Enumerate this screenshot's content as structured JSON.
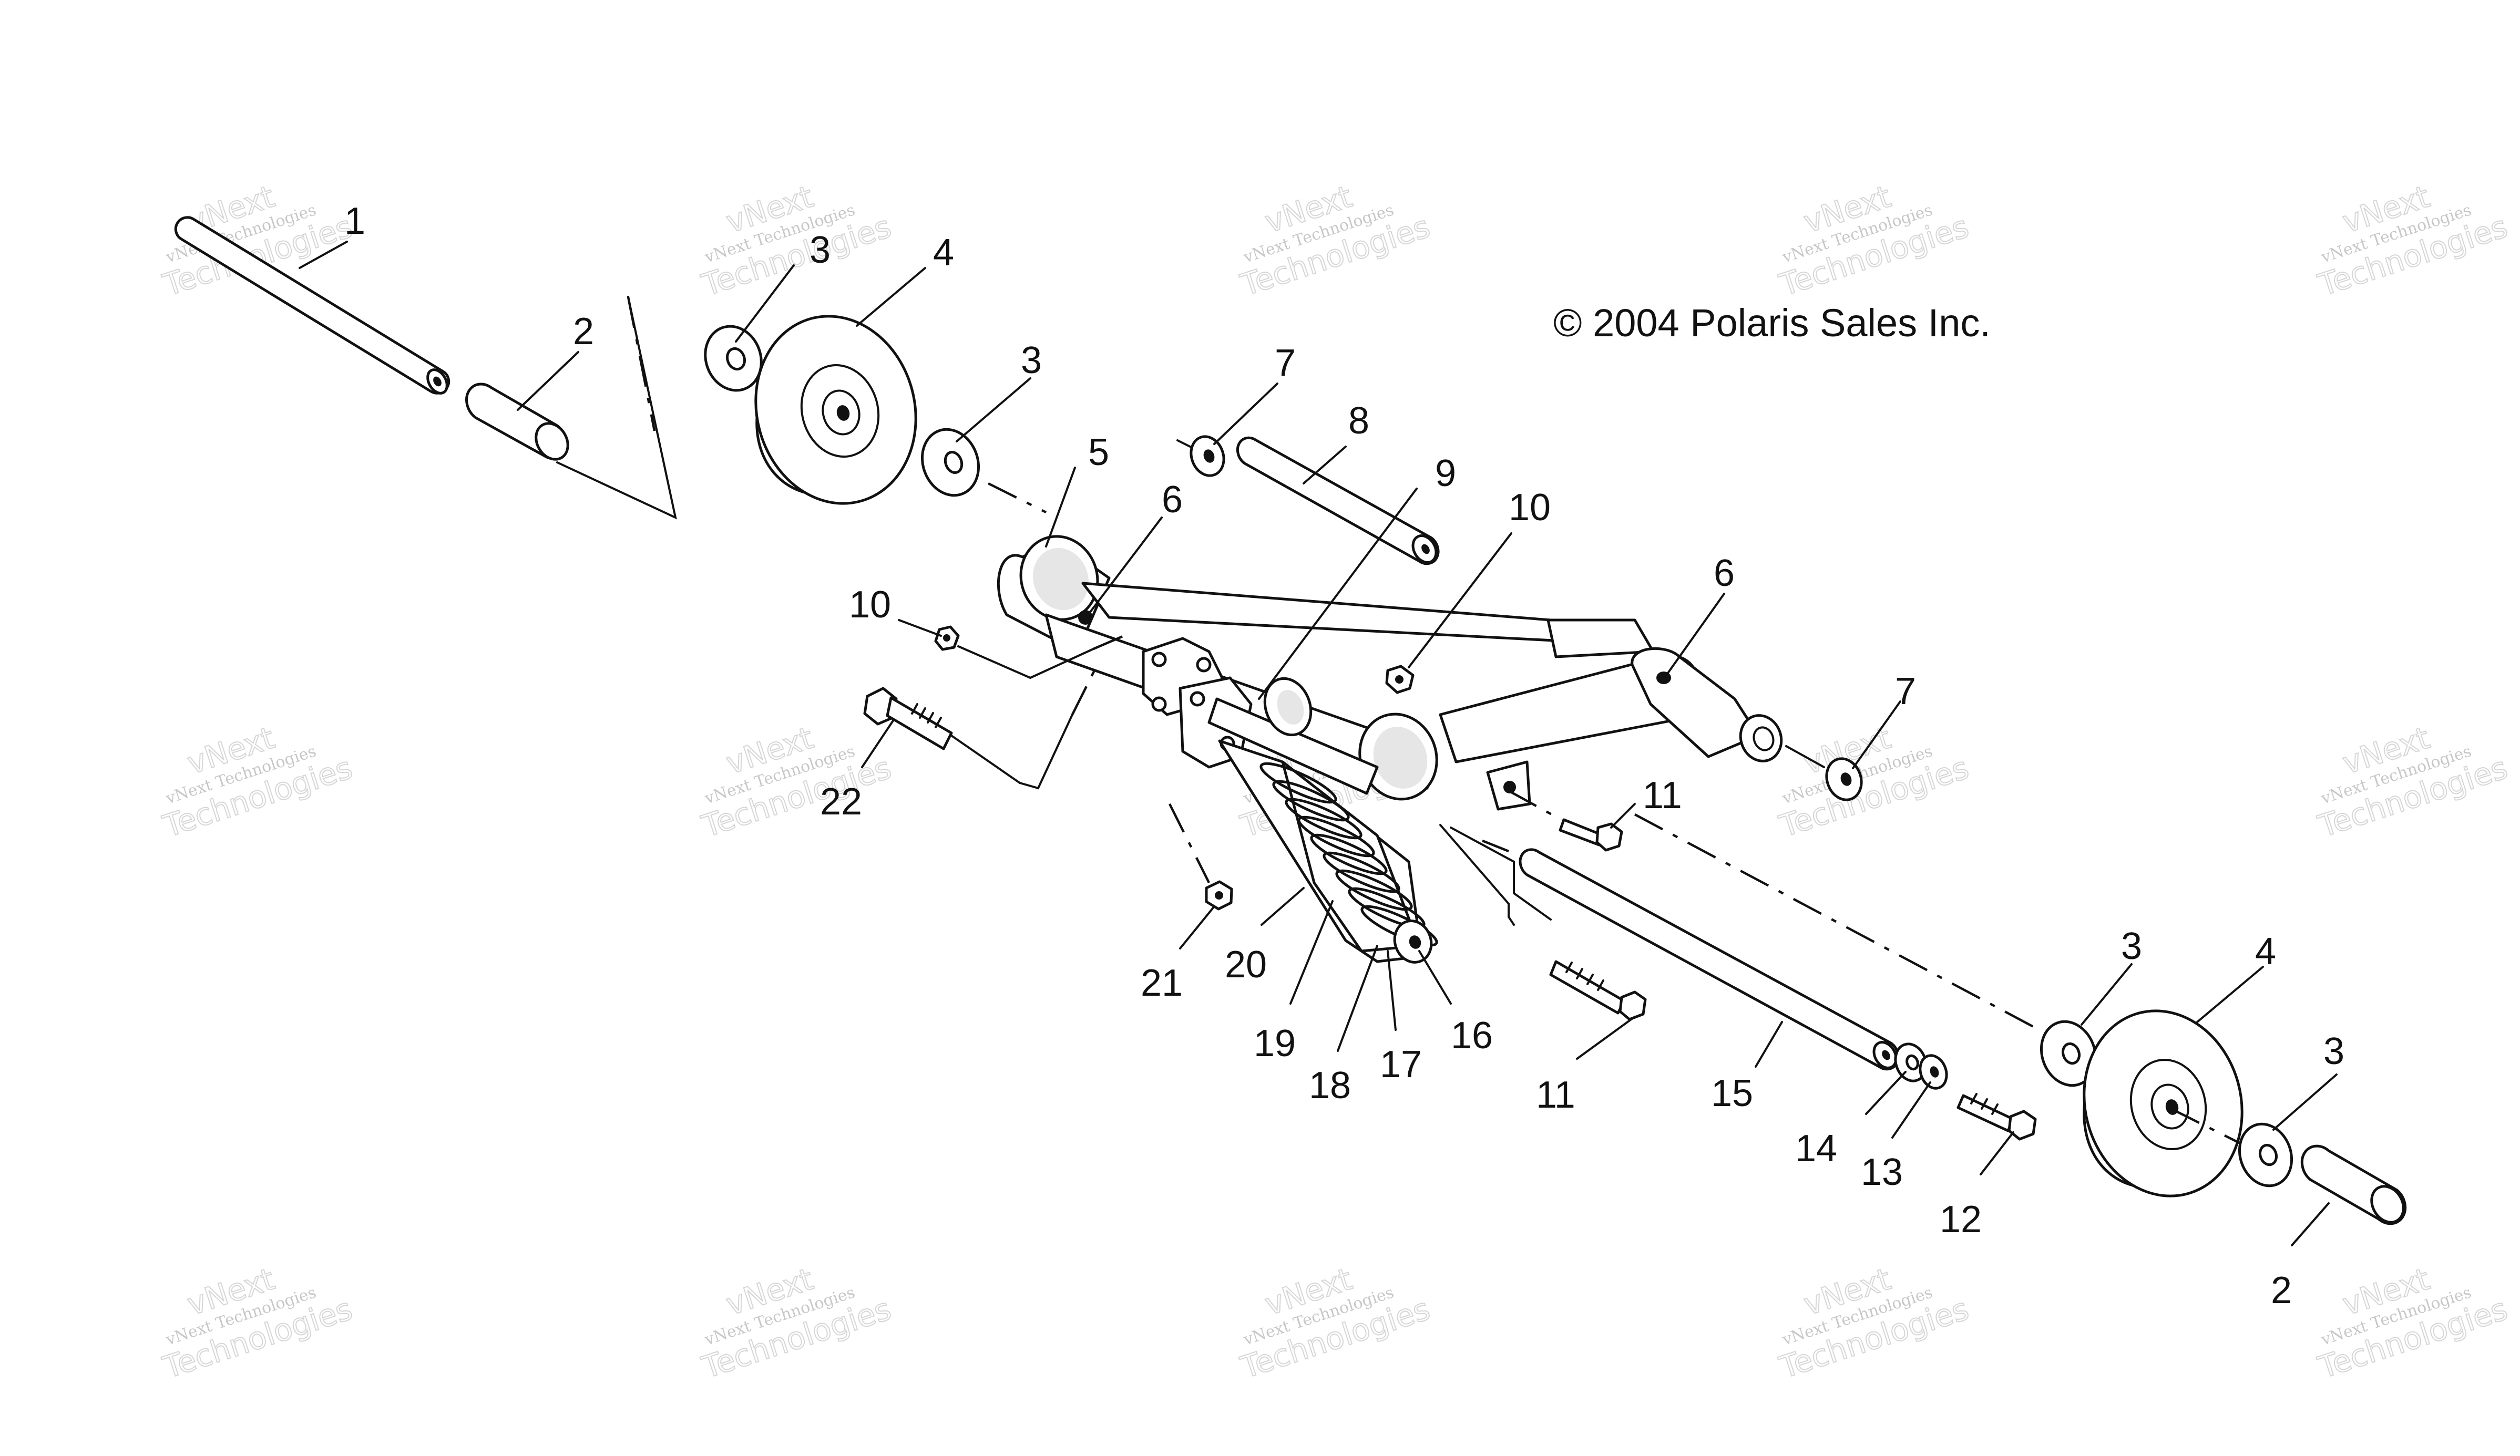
{
  "copyright": "© 2004 Polaris Sales Inc.",
  "watermark": {
    "line1": "vNext Technologies",
    "line2": "Technologies",
    "top": "vNext"
  },
  "callouts": [
    "1",
    "2",
    "3",
    "4",
    "3",
    "5",
    "6",
    "7",
    "8",
    "9",
    "10",
    "10",
    "6",
    "7",
    "22",
    "11",
    "11",
    "21",
    "20",
    "19",
    "18",
    "17",
    "16",
    "15",
    "14",
    "13",
    "12",
    "3",
    "4",
    "3",
    "2"
  ]
}
